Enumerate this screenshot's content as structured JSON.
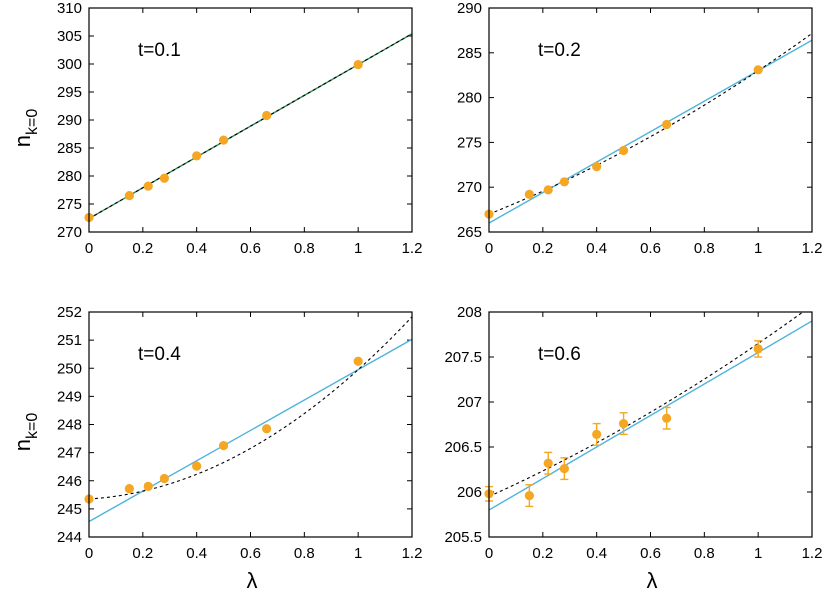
{
  "figure": {
    "ylabel_main": "n",
    "ylabel_sub": "k=0",
    "xlabel": "λ"
  },
  "colors": {
    "points": "#f5a623",
    "linear_fit": "#4fb3dc",
    "green_fit": "#2e8b57",
    "dashed_fit": "#000000"
  },
  "chart_data": [
    {
      "type": "scatter",
      "title": "t=0.1",
      "xlim": [
        0,
        1.2
      ],
      "ylim": [
        270,
        310
      ],
      "xticks": [
        "0",
        "0.2",
        "0.4",
        "0.6",
        "0.8",
        "1",
        "1.2"
      ],
      "yticks": [
        "270",
        "275",
        "280",
        "285",
        "290",
        "295",
        "300",
        "305",
        "310"
      ],
      "points": [
        {
          "x": 0.0,
          "y": 272.6,
          "err": 0
        },
        {
          "x": 0.15,
          "y": 276.5,
          "err": 0
        },
        {
          "x": 0.22,
          "y": 278.2,
          "err": 0
        },
        {
          "x": 0.28,
          "y": 279.6,
          "err": 0
        },
        {
          "x": 0.4,
          "y": 283.6,
          "err": 0
        },
        {
          "x": 0.5,
          "y": 286.4,
          "err": 0
        },
        {
          "x": 0.66,
          "y": 290.8,
          "err": 0
        },
        {
          "x": 1.0,
          "y": 299.9,
          "err": 0
        }
      ],
      "linear_fit": {
        "a": 272.4,
        "b": 27.5
      },
      "linear_color": "green",
      "quadratic_fit": {
        "a": 272.4,
        "b": 27.5,
        "c": 0
      }
    },
    {
      "type": "scatter",
      "title": "t=0.2",
      "xlim": [
        0,
        1.2
      ],
      "ylim": [
        265,
        290
      ],
      "xticks": [
        "0",
        "0.2",
        "0.4",
        "0.6",
        "0.8",
        "1",
        "1.2"
      ],
      "yticks": [
        "265",
        "270",
        "275",
        "280",
        "285",
        "290"
      ],
      "points": [
        {
          "x": 0.0,
          "y": 267.0,
          "err": 0
        },
        {
          "x": 0.15,
          "y": 269.2,
          "err": 0
        },
        {
          "x": 0.22,
          "y": 269.7,
          "err": 0
        },
        {
          "x": 0.28,
          "y": 270.6,
          "err": 0
        },
        {
          "x": 0.4,
          "y": 272.3,
          "err": 0
        },
        {
          "x": 0.5,
          "y": 274.1,
          "err": 0
        },
        {
          "x": 0.66,
          "y": 277.0,
          "err": 0
        },
        {
          "x": 1.0,
          "y": 283.1,
          "err": 0
        }
      ],
      "linear_fit": {
        "a": 266.0,
        "b": 17.0
      },
      "linear_color": "blue",
      "quadratic_fit": {
        "a": 267.0,
        "b": 12.0,
        "c": 4.0
      }
    },
    {
      "type": "scatter",
      "title": "t=0.4",
      "xlim": [
        0,
        1.2
      ],
      "ylim": [
        244,
        252
      ],
      "xticks": [
        "0",
        "0.2",
        "0.4",
        "0.6",
        "0.8",
        "1",
        "1.2"
      ],
      "yticks": [
        "244",
        "245",
        "246",
        "247",
        "248",
        "249",
        "250",
        "251",
        "252"
      ],
      "points": [
        {
          "x": 0.0,
          "y": 245.35,
          "err": 0
        },
        {
          "x": 0.15,
          "y": 245.72,
          "err": 0
        },
        {
          "x": 0.22,
          "y": 245.8,
          "err": 0
        },
        {
          "x": 0.28,
          "y": 246.08,
          "err": 0
        },
        {
          "x": 0.4,
          "y": 246.52,
          "err": 0
        },
        {
          "x": 0.5,
          "y": 247.25,
          "err": 0
        },
        {
          "x": 0.66,
          "y": 247.85,
          "err": 0
        },
        {
          "x": 1.0,
          "y": 250.25,
          "err": 0
        }
      ],
      "linear_fit": {
        "a": 244.55,
        "b": 5.4
      },
      "linear_color": "blue",
      "quadratic_fit": {
        "a": 245.35,
        "b": 0.6,
        "c": 4.0
      }
    },
    {
      "type": "scatter",
      "title": "t=0.6",
      "xlim": [
        0,
        1.2
      ],
      "ylim": [
        205.5,
        208
      ],
      "xticks": [
        "0",
        "0.2",
        "0.4",
        "0.6",
        "0.8",
        "1",
        "1.2"
      ],
      "yticks": [
        "205.5",
        "206",
        "206.5",
        "207",
        "207.5",
        "208"
      ],
      "points": [
        {
          "x": 0.0,
          "y": 205.98,
          "err": 0.08
        },
        {
          "x": 0.15,
          "y": 205.96,
          "err": 0.12
        },
        {
          "x": 0.22,
          "y": 206.32,
          "err": 0.12
        },
        {
          "x": 0.28,
          "y": 206.26,
          "err": 0.12
        },
        {
          "x": 0.4,
          "y": 206.64,
          "err": 0.12
        },
        {
          "x": 0.5,
          "y": 206.76,
          "err": 0.12
        },
        {
          "x": 0.66,
          "y": 206.82,
          "err": 0.12
        },
        {
          "x": 1.0,
          "y": 207.59,
          "err": 0.09
        }
      ],
      "linear_fit": {
        "a": 205.8,
        "b": 1.75
      },
      "linear_color": "blue",
      "quadratic_fit": {
        "a": 205.95,
        "b": 1.35,
        "c": 0.35
      }
    }
  ]
}
